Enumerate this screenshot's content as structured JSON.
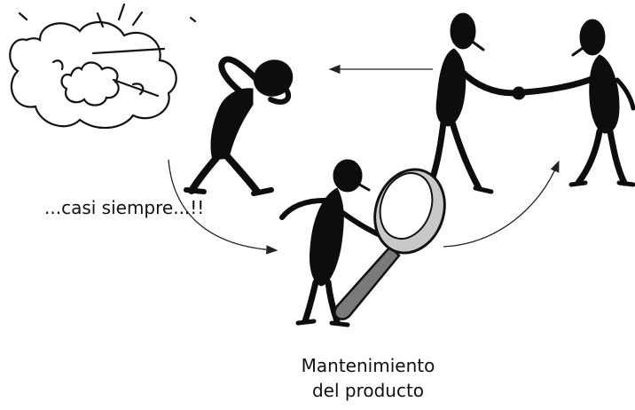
{
  "captions": {
    "exclamation": "...casi siempre...!!",
    "maintenance_line1": "Mantenimiento",
    "maintenance_line2": "del producto"
  },
  "colors": {
    "figure": "#0d0d0d",
    "arrow": "#222222",
    "lens": "#c8c8c8",
    "handle": "#7a7a7a",
    "background": "#ffffff"
  },
  "icons": [
    "explosion-cloud-icon",
    "confused-figure-icon",
    "inspector-figure-icon",
    "magnifying-glass-icon",
    "handshake-figures-icon"
  ]
}
